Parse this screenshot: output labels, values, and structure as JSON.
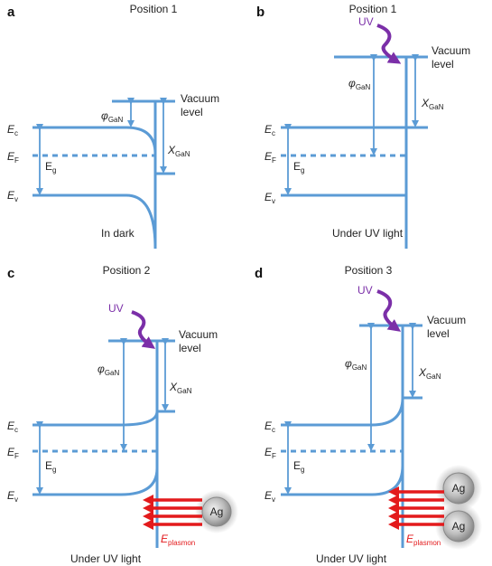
{
  "colors": {
    "band": "#5b9bd5",
    "uv": "#7b2fa8",
    "plasmon": "#e31a1c",
    "ag": "#9e9e9e"
  },
  "panels": {
    "a": {
      "letter": "a",
      "title": "Position 1",
      "caption": "In dark",
      "phi": "φ",
      "phi_sub": "GaN",
      "chi": "X",
      "chi_sub": "GaN",
      "vacuum1": "Vacuum",
      "vacuum2": "level",
      "ec": "E",
      "ec_sub": "c",
      "ef": "E",
      "ef_sub": "F",
      "eg": "E",
      "eg_sub": "g",
      "ev": "E",
      "ev_sub": "v"
    },
    "b": {
      "letter": "b",
      "title": "Position 1",
      "caption": "Under UV light",
      "uv": "UV",
      "phi": "φ",
      "phi_sub": "GaN",
      "chi": "X",
      "chi_sub": "GaN",
      "vacuum1": "Vacuum",
      "vacuum2": "level",
      "ec": "E",
      "ec_sub": "c",
      "ef": "E",
      "ef_sub": "F",
      "eg": "E",
      "eg_sub": "g",
      "ev": "E",
      "ev_sub": "v"
    },
    "c": {
      "letter": "c",
      "title": "Position 2",
      "caption": "Under UV light",
      "uv": "UV",
      "ag": "Ag",
      "plasmon": "E",
      "plasmon_sub": "plasmon",
      "phi": "φ",
      "phi_sub": "GaN",
      "chi": "X",
      "chi_sub": "GaN",
      "vacuum1": "Vacuum",
      "vacuum2": "level",
      "ec": "E",
      "ec_sub": "c",
      "ef": "E",
      "ef_sub": "F",
      "eg": "E",
      "eg_sub": "g",
      "ev": "E",
      "ev_sub": "v"
    },
    "d": {
      "letter": "d",
      "title": "Position 3",
      "caption": "Under UV light",
      "uv": "UV",
      "ag1": "Ag",
      "ag2": "Ag",
      "plasmon": "E",
      "plasmon_sub": "plasmon",
      "phi": "φ",
      "phi_sub": "GaN",
      "chi": "X",
      "chi_sub": "GaN",
      "vacuum1": "Vacuum",
      "vacuum2": "level",
      "ec": "E",
      "ec_sub": "c",
      "ef": "E",
      "ef_sub": "F",
      "eg": "E",
      "eg_sub": "g",
      "ev": "E",
      "ev_sub": "v"
    }
  }
}
